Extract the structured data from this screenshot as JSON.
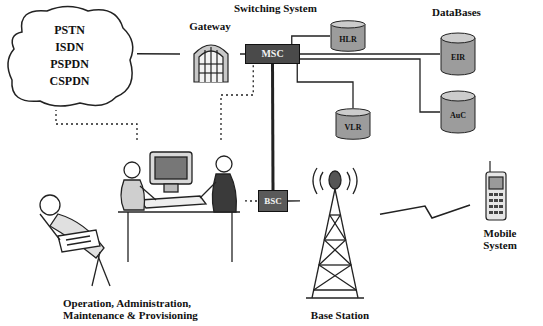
{
  "diagram": {
    "nodes": [
      {
        "text": [
          "PSTN",
          "ISDN",
          "PSPDN",
          "CSPDN"
        ]
      },
      {
        "text": [
          "Gateway"
        ]
      },
      {
        "text": [
          "MSC"
        ]
      },
      {
        "text": [
          "HLR"
        ]
      },
      {
        "text": [
          "EIR"
        ]
      },
      {
        "text": [
          "AuC"
        ]
      },
      {
        "text": [
          "VLR"
        ]
      },
      {
        "text": [
          "BSC"
        ]
      },
      {
        "text": [
          "Base Station"
        ]
      },
      {
        "text": [
          "Mobile System"
        ]
      },
      {
        "text": [
          "Operation, Administration, Maintenance & Provisioning"
        ]
      }
    ],
    "edges": [
      {
        "from": 0,
        "to": 1,
        "arrow": "none"
      },
      {
        "from": 1,
        "to": 2,
        "arrow": "none"
      },
      {
        "from": 2,
        "to": 3,
        "arrow": "none"
      },
      {
        "from": 2,
        "to": 4,
        "arrow": "none"
      },
      {
        "from": 2,
        "to": 5,
        "arrow": "none"
      },
      {
        "from": 2,
        "to": 6,
        "arrow": "none"
      },
      {
        "from": 2,
        "to": 7,
        "arrow": "none"
      },
      {
        "from": 7,
        "to": 8,
        "arrow": "none"
      },
      {
        "from": 8,
        "to": 9,
        "arrow": "none"
      },
      {
        "from": 10,
        "to": 0,
        "arrow": "none"
      },
      {
        "from": 10,
        "to": 2,
        "arrow": "none"
      },
      {
        "from": 10,
        "to": 7,
        "arrow": "none"
      }
    ],
    "labels": [
      "Switching System",
      "DataBases"
    ]
  }
}
